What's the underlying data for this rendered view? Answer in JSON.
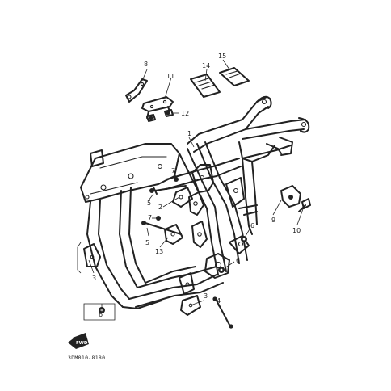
{
  "callouts": [
    {
      "id": "c1",
      "label": "1"
    },
    {
      "id": "c2",
      "label": "2"
    },
    {
      "id": "c3a",
      "label": "3"
    },
    {
      "id": "c3b",
      "label": "3"
    },
    {
      "id": "c4",
      "label": "4"
    },
    {
      "id": "c5a",
      "label": "5"
    },
    {
      "id": "c5b",
      "label": "5"
    },
    {
      "id": "c6a",
      "label": "6"
    },
    {
      "id": "c6b",
      "label": "6"
    },
    {
      "id": "c6c",
      "label": "6"
    },
    {
      "id": "c7a",
      "label": "7"
    },
    {
      "id": "c7b",
      "label": "7"
    },
    {
      "id": "c8",
      "label": "8"
    },
    {
      "id": "c9",
      "label": "9"
    },
    {
      "id": "c10",
      "label": "10"
    },
    {
      "id": "c11",
      "label": "11"
    },
    {
      "id": "c12",
      "label": "12"
    },
    {
      "id": "c13",
      "label": "13"
    },
    {
      "id": "c14",
      "label": "14"
    },
    {
      "id": "c15",
      "label": "15"
    }
  ],
  "front_badge": "FWD",
  "diagram_code": "3DM010-8180"
}
